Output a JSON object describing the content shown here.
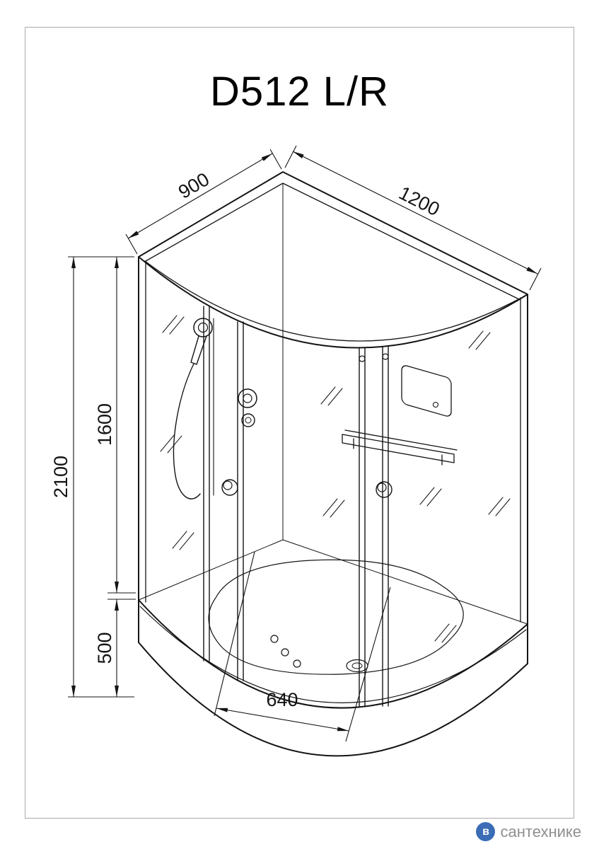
{
  "title": "D512 L/R",
  "dimensions": {
    "top_left_width": "900",
    "top_right_width": "1200",
    "total_height": "2100",
    "cabin_height": "1600",
    "tray_height": "500",
    "door_opening_width": "640"
  },
  "watermark": {
    "icon_letter": "в",
    "brand": "сантехнике"
  },
  "colors": {
    "line": "#141414",
    "border_frame": "#aaaaaa",
    "watermark_icon_bg": "#3a6db5",
    "watermark_icon_letter": "#ffffff",
    "watermark_text": "#8f8f8f",
    "background": "#ffffff"
  }
}
